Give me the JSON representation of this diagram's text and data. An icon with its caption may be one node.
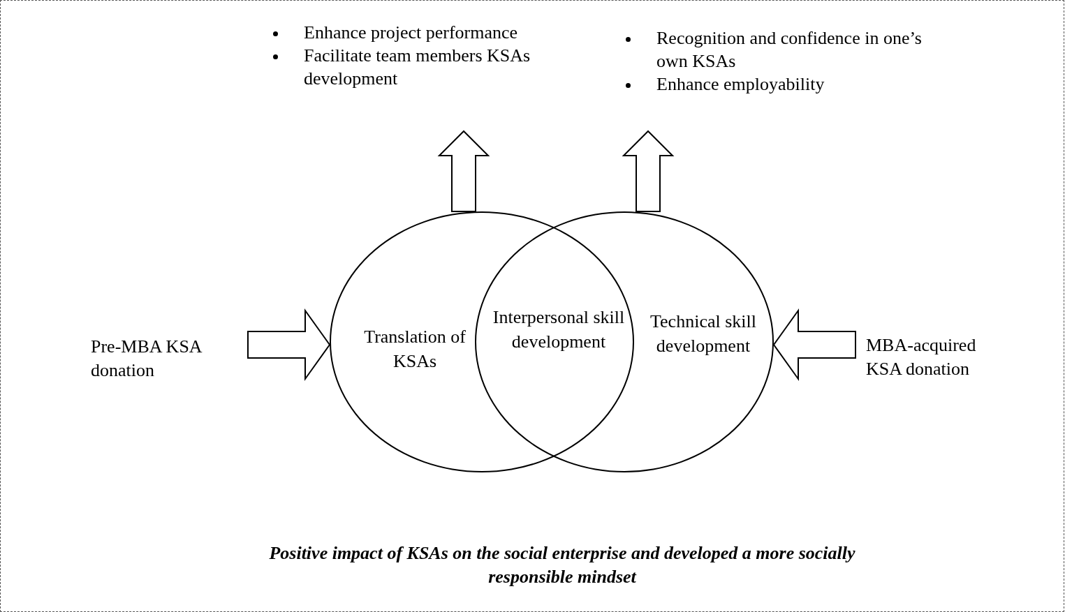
{
  "diagram": {
    "caption": "Positive impact of KSAs on the social enterprise and developed a more socially responsible mindset",
    "nodes": [
      {
        "text": [
          "Enhance project performance",
          "Facilitate team members KSAs development"
        ]
      },
      {
        "text": [
          "Recognition and confidence in one’s own KSAs",
          "Enhance employability"
        ]
      },
      {
        "text": [
          "Translation of KSAs"
        ]
      },
      {
        "text": [
          "Technical skill development"
        ]
      },
      {
        "text": [
          "Interpersonal skill development"
        ]
      },
      {
        "text": [
          "Pre-MBA KSA donation"
        ]
      },
      {
        "text": [
          "MBA-acquired KSA donation"
        ]
      }
    ],
    "edges": [
      {
        "from": 5,
        "to": 2,
        "arrow": "to"
      },
      {
        "from": 6,
        "to": 3,
        "arrow": "to"
      },
      {
        "from": 2,
        "to": 0,
        "arrow": "to"
      },
      {
        "from": 3,
        "to": 1,
        "arrow": "to"
      }
    ]
  }
}
